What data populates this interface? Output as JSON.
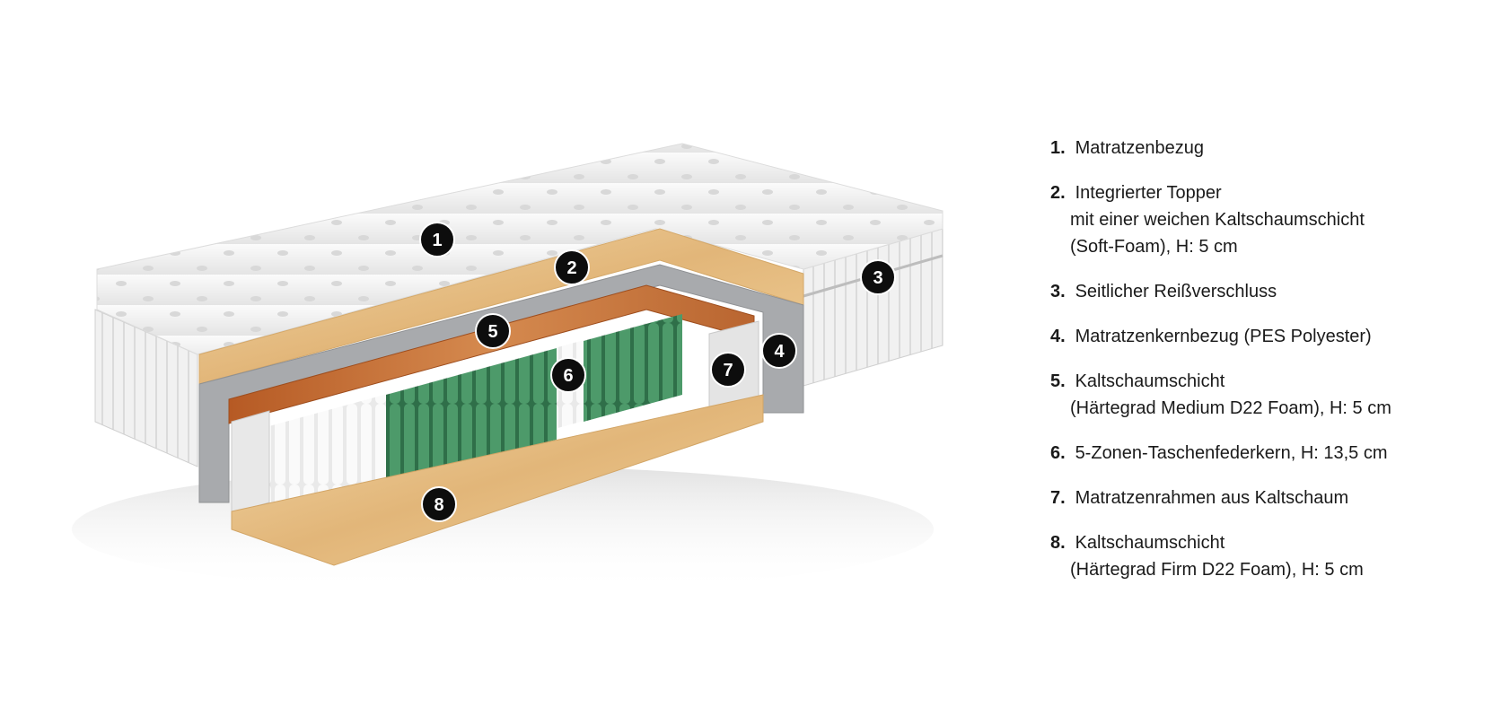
{
  "legend": [
    {
      "number": "1.",
      "lines": [
        "Matratzenbezug"
      ]
    },
    {
      "number": "2.",
      "lines": [
        "Integrierter Topper",
        "mit einer weichen Kaltschaumschicht",
        "(Soft-Foam), H: 5 cm"
      ]
    },
    {
      "number": "3.",
      "lines": [
        "Seitlicher Reißverschluss"
      ]
    },
    {
      "number": "4.",
      "lines": [
        "Matratzenkernbezug (PES Polyester)"
      ]
    },
    {
      "number": "5.",
      "lines": [
        "Kaltschaumschicht",
        "(Härtegrad Medium D22 Foam), H: 5 cm"
      ]
    },
    {
      "number": "6.",
      "lines": [
        "5-Zonen-Taschenfederkern, H: 13,5 cm"
      ]
    },
    {
      "number": "7.",
      "lines": [
        "Matratzenrahmen aus Kaltschaum"
      ]
    },
    {
      "number": "8.",
      "lines": [
        "Kaltschaumschicht",
        "(Härtegrad Firm D22 Foam), H: 5 cm"
      ]
    }
  ],
  "markers": [
    "1",
    "2",
    "3",
    "4",
    "5",
    "6",
    "7",
    "8"
  ],
  "colors": {
    "cover": "#f2f2f2",
    "topper_foam": "#e9c58f",
    "medium_foam": "#b9632e",
    "core_cover": "#a9abae",
    "spring_white": "#f6f6f6",
    "spring_green": "#3f8a5c",
    "frame_foam": "#e6e6e6",
    "firm_foam": "#e8bb80",
    "marker": "#0d0d0d"
  }
}
